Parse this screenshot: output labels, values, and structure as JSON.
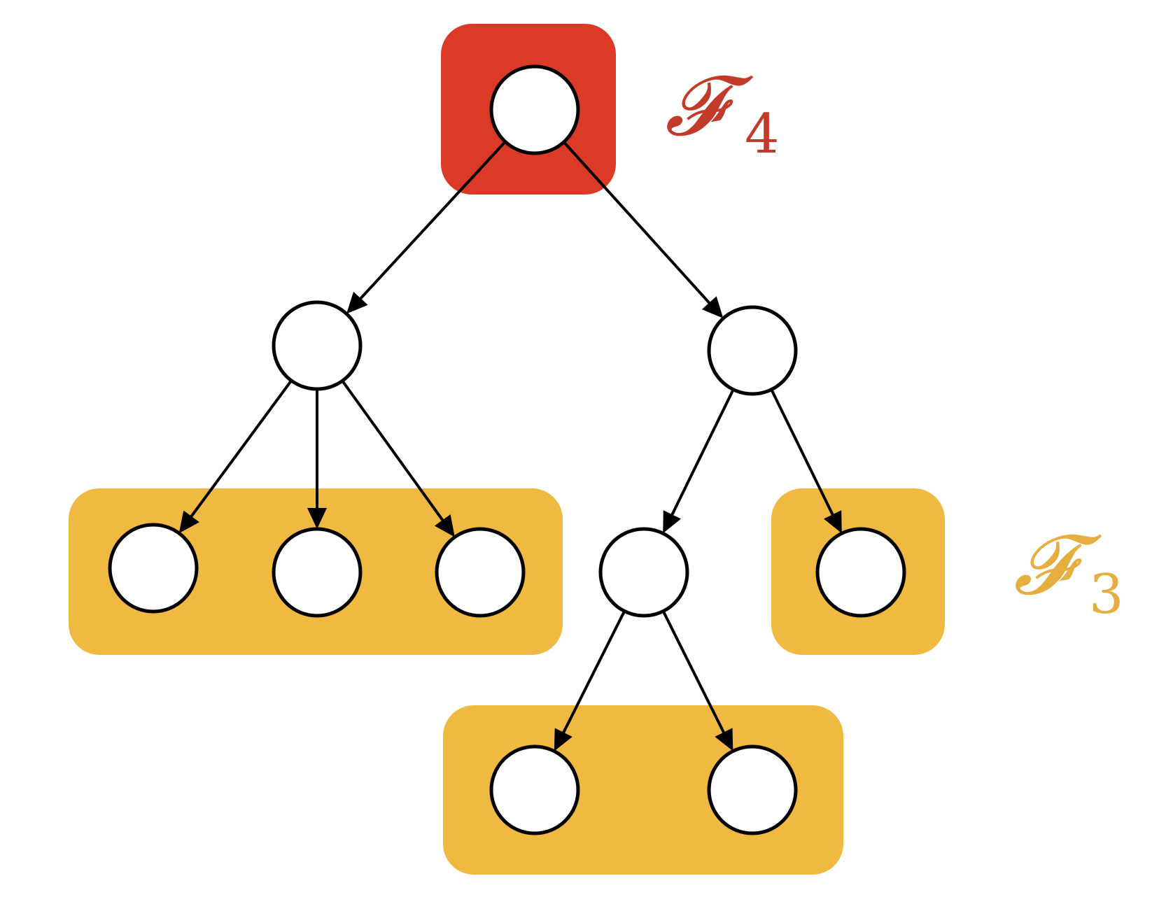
{
  "colors": {
    "highlight_red": "#DB3A26",
    "highlight_yellow": "#F0BA42",
    "node_fill": "#FFFFFF",
    "stroke": "#000000",
    "label_red": "#C23A2A",
    "label_yellow": "#E6AE3E"
  },
  "labels": {
    "f4_main": "𝓕",
    "f4_sub": "4",
    "f3_main": "𝓕",
    "f3_sub": "3"
  },
  "tree": {
    "root": "n0",
    "edges": [
      [
        "n0",
        "n1"
      ],
      [
        "n0",
        "n2"
      ],
      [
        "n1",
        "n3"
      ],
      [
        "n1",
        "n4"
      ],
      [
        "n1",
        "n5"
      ],
      [
        "n2",
        "n6"
      ],
      [
        "n2",
        "n7"
      ],
      [
        "n6",
        "n8"
      ],
      [
        "n6",
        "n9"
      ]
    ],
    "groups": [
      {
        "name": "F4",
        "nodes": [
          "n0"
        ],
        "color": "red"
      },
      {
        "name": "F3",
        "nodes": [
          "n3",
          "n4",
          "n5"
        ],
        "color": "yellow"
      },
      {
        "name": "F3",
        "nodes": [
          "n7"
        ],
        "color": "yellow"
      },
      {
        "name": "F3",
        "nodes": [
          "n8",
          "n9"
        ],
        "color": "yellow"
      }
    ]
  }
}
